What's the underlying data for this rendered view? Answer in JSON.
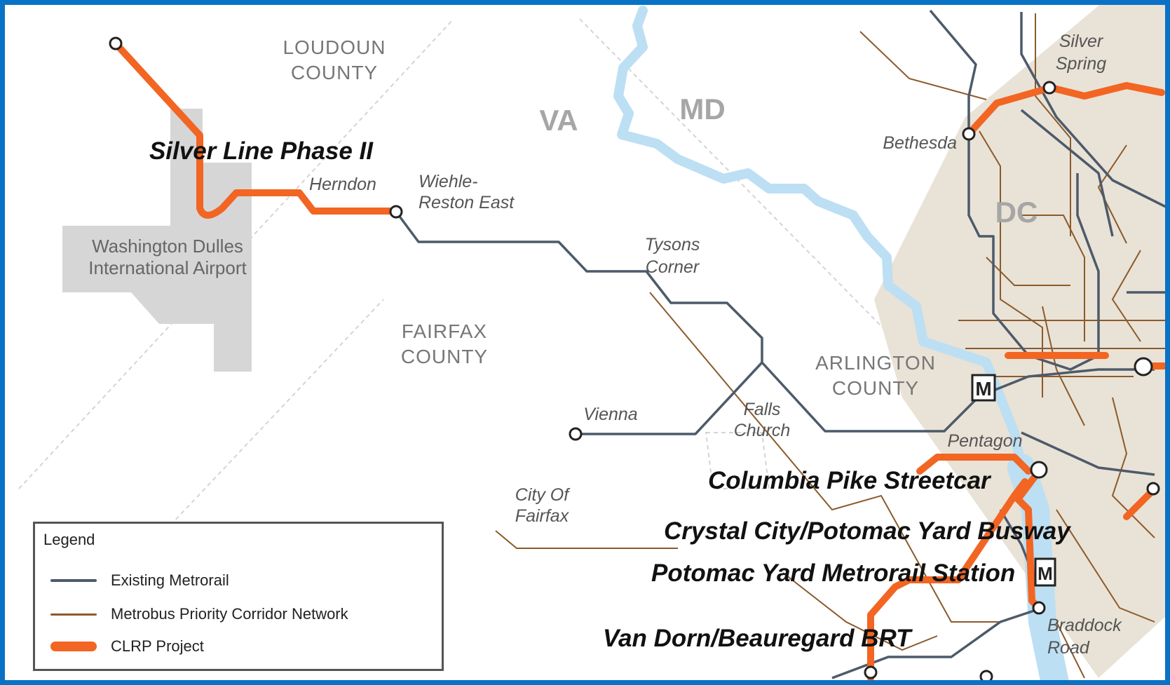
{
  "regions": {
    "loudoun_line1": "LOUDOUN",
    "loudoun_line2": "COUNTY",
    "fairfax_line1": "FAIRFAX",
    "fairfax_line2": "COUNTY",
    "arlington_line1": "ARLINGTON",
    "arlington_line2": "COUNTY",
    "city_fairfax_line1": "City Of",
    "city_fairfax_line2": "Fairfax",
    "falls_church_line1": "Falls",
    "falls_church_line2": "Church"
  },
  "states": {
    "va": "VA",
    "md": "MD",
    "dc": "DC"
  },
  "airport": {
    "line1": "Washington Dulles",
    "line2": "International Airport"
  },
  "stations": {
    "herndon": "Herndon",
    "wiehle_line1": "Wiehle-",
    "wiehle_line2": "Reston East",
    "tysons_line1": "Tysons",
    "tysons_line2": "Corner",
    "vienna": "Vienna",
    "bethesda": "Bethesda",
    "silver_spring_line1": "Silver",
    "silver_spring_line2": "Spring",
    "pentagon": "Pentagon",
    "braddock_line1": "Braddock",
    "braddock_line2": "Road"
  },
  "projects": {
    "silver_line": "Silver Line Phase II",
    "columbia_pike": "Columbia Pike Streetcar",
    "crystal_city": "Crystal City/Potomac Yard Busway",
    "potomac_yard": "Potomac Yard Metrorail Station",
    "van_dorn": "Van Dorn/Beauregard BRT"
  },
  "metro_icon_glyph": "M",
  "legend": {
    "title": "Legend",
    "items": [
      {
        "label": "Existing Metrorail",
        "color": "#4d5a6a"
      },
      {
        "label": "Metrobus Priority Corridor Network",
        "color": "#8b5a2b"
      },
      {
        "label": "CLRP Project",
        "color": "#f26522"
      }
    ]
  },
  "colors": {
    "frame": "#0a72c4",
    "metrorail": "#4d5a6a",
    "metrobus": "#8b5a2b",
    "clrp": "#f26522",
    "river": "#bcdff3",
    "dc_fill": "#e9e2d6",
    "airport_fill": "#d6d6d6"
  }
}
